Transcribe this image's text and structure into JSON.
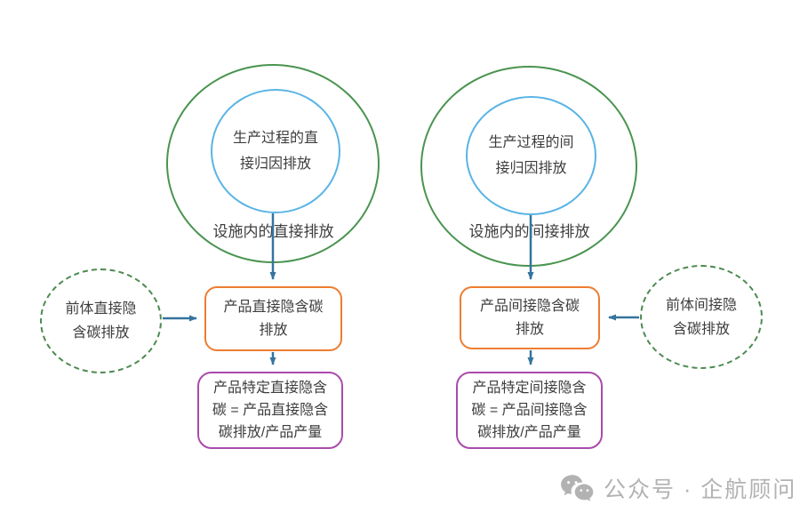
{
  "diagram": {
    "left": {
      "inner_circle": {
        "lines": [
          "生产过程的直",
          "接归因排放"
        ]
      },
      "outer_label": "设施内的直接排放",
      "precursor_circle": {
        "lines": [
          "前体直接隐",
          "含碳排放"
        ]
      },
      "product_box": {
        "lines": [
          "产品直接隐含碳",
          "排放"
        ]
      },
      "formula_box": {
        "lines": [
          "产品特定直接隐含",
          "碳 = 产品直接隐含",
          "碳排放/产品产量"
        ]
      }
    },
    "right": {
      "inner_circle": {
        "lines": [
          "生产过程的间",
          "接归因排放"
        ]
      },
      "outer_label": "设施内的间接排放",
      "precursor_circle": {
        "lines": [
          "前体间接隐",
          "含碳排放"
        ]
      },
      "product_box": {
        "lines": [
          "产品间接隐含碳",
          "排放"
        ]
      },
      "formula_box": {
        "lines": [
          "产品特定间接隐含",
          "碳 = 产品间接隐含",
          "碳排放/产品产量"
        ]
      }
    }
  },
  "watermark": {
    "icon": "wechat-icon",
    "label": "公众号 · 企航顾问"
  },
  "colors": {
    "solid_circle_green": "#4a9450",
    "dashed_circle_green": "#4d8a50",
    "inner_circle_blue": "#5ab4e5",
    "arrow_blue": "#35749e",
    "product_box_orange": "#ed7d31",
    "formula_box_purple": "#a94bab",
    "text_dark": "#3d3d3d",
    "watermark_gray": "#b2b2b2"
  }
}
